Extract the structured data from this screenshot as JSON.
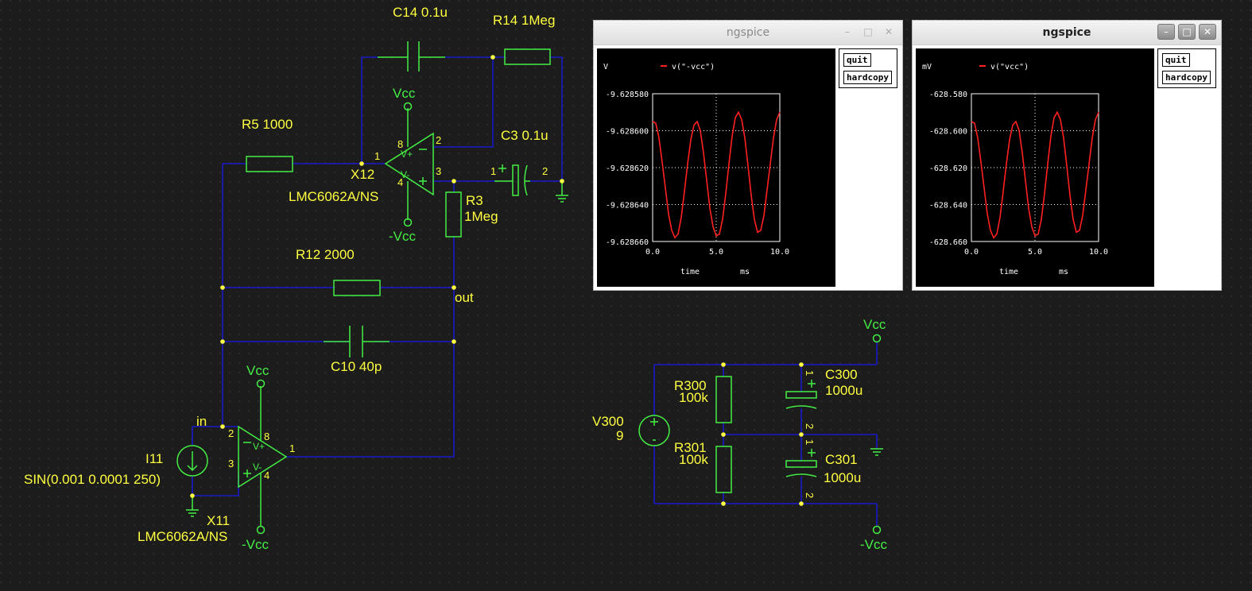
{
  "schematic": {
    "labels": {
      "c14": "C14 0.1u",
      "r14": "R14 1Meg",
      "r5": "R5  1000",
      "c3": "C3  0.1u",
      "x12": "X12",
      "x12_model": "LMC6062A/NS",
      "r3_name": "R3",
      "r3_value": "1Meg",
      "r12": "R12  2000",
      "out": "out",
      "c10": "C10   40p",
      "in": "in",
      "i11_name": "I11",
      "i11_value": "SIN(0.001 0.0001 250)",
      "x11": "X11",
      "x11_model": "LMC6062A/NS",
      "v300_name": "V300",
      "v300_value": "9",
      "r300_name": "R300",
      "r300_value": "100k",
      "r301_name": "R301",
      "r301_value": "100k",
      "c300_name": "C300",
      "c300_value": "1000u",
      "c301_name": "C301",
      "c301_value": "1000u"
    },
    "power": {
      "vcc": "Vcc",
      "neg_vcc": "-Vcc"
    },
    "pins": {
      "one": "1",
      "two": "2",
      "three": "3",
      "four": "4",
      "eight": "8",
      "vplus": "V+",
      "vminus": "V-",
      "plus": "+",
      "minus": "-"
    },
    "colors": {
      "background": "#1c1c1c",
      "wire": "#1a1acc",
      "component": "#44ee44",
      "label": "#ffff40"
    }
  },
  "windows": [
    {
      "title": "ngspice",
      "active": false,
      "unit_label": "V",
      "legend": "v(\"-vcc\")",
      "yticks": [
        "-9.628580",
        "-9.628600",
        "-9.628620",
        "-9.628640",
        "-9.628660"
      ],
      "xticks": [
        "0.0",
        "5.0",
        "10.0"
      ],
      "xlabel": "time",
      "xunit": "ms",
      "quit_label": "quit",
      "hardcopy_label": "hardcopy",
      "btn_min": "–",
      "btn_max": "□",
      "btn_close": "✕"
    },
    {
      "title": "ngspice",
      "active": true,
      "unit_label": "mV",
      "legend": "v(\"vcc\")",
      "yticks": [
        "-628.580",
        "-628.600",
        "-628.620",
        "-628.640",
        "-628.660"
      ],
      "xticks": [
        "0.0",
        "5.0",
        "10.0"
      ],
      "xlabel": "time",
      "xunit": "ms",
      "quit_label": "quit",
      "hardcopy_label": "hardcopy",
      "btn_min": "–",
      "btn_max": "□",
      "btn_close": "✕"
    }
  ],
  "chart_data": [
    {
      "type": "line",
      "title": "",
      "xlabel": "time",
      "xunit": "ms",
      "ylabel": "V",
      "xlim": [
        0,
        10
      ],
      "ylim": [
        -9.62866,
        -9.62858
      ],
      "grid": true,
      "series": [
        {
          "name": "v(\"-vcc\")",
          "color": "#ff2020",
          "x": [
            0,
            0.25,
            0.5,
            0.75,
            1,
            1.25,
            1.5,
            1.75,
            2,
            2.25,
            2.5,
            2.75,
            3,
            3.25,
            3.5,
            3.75,
            4,
            4.25,
            4.5,
            4.75,
            5,
            5.25,
            5.5,
            5.75,
            6,
            6.25,
            6.5,
            6.75,
            7,
            7.25,
            7.5,
            7.75,
            8,
            8.25,
            8.5,
            8.75,
            9,
            9.25,
            9.5,
            9.75,
            10
          ],
          "y": [
            -9.628595,
            -9.628596,
            -9.628604,
            -9.628617,
            -9.628631,
            -9.628645,
            -9.628654,
            -9.628658,
            -9.628656,
            -9.628647,
            -9.628633,
            -9.628618,
            -9.628605,
            -9.628597,
            -9.628595,
            -9.6286,
            -9.628612,
            -9.628627,
            -9.628642,
            -9.628652,
            -9.628657,
            -9.628656,
            -9.628648,
            -9.628634,
            -9.628618,
            -9.628603,
            -9.628593,
            -9.62859,
            -9.628594,
            -9.628604,
            -9.628619,
            -9.628635,
            -9.628648,
            -9.628655,
            -9.628654,
            -9.628646,
            -9.628632,
            -9.628618,
            -9.628604,
            -9.628594,
            -9.62859
          ]
        }
      ]
    },
    {
      "type": "line",
      "title": "",
      "xlabel": "time",
      "xunit": "ms",
      "ylabel": "mV",
      "xlim": [
        0,
        10
      ],
      "ylim": [
        -628.66,
        -628.58
      ],
      "grid": true,
      "series": [
        {
          "name": "v(\"vcc\")",
          "color": "#ff2020",
          "x": [
            0,
            0.25,
            0.5,
            0.75,
            1,
            1.25,
            1.5,
            1.75,
            2,
            2.25,
            2.5,
            2.75,
            3,
            3.25,
            3.5,
            3.75,
            4,
            4.25,
            4.5,
            4.75,
            5,
            5.25,
            5.5,
            5.75,
            6,
            6.25,
            6.5,
            6.75,
            7,
            7.25,
            7.5,
            7.75,
            8,
            8.25,
            8.5,
            8.75,
            9,
            9.25,
            9.5,
            9.75,
            10
          ],
          "y": [
            -628.595,
            -628.596,
            -628.604,
            -628.617,
            -628.631,
            -628.645,
            -628.654,
            -628.658,
            -628.656,
            -628.647,
            -628.633,
            -628.618,
            -628.605,
            -628.597,
            -628.595,
            -628.6,
            -628.612,
            -628.627,
            -628.642,
            -628.652,
            -628.657,
            -628.656,
            -628.648,
            -628.634,
            -628.618,
            -628.603,
            -628.593,
            -628.59,
            -628.594,
            -628.604,
            -628.619,
            -628.635,
            -628.648,
            -628.655,
            -628.654,
            -628.646,
            -628.632,
            -628.618,
            -628.604,
            -628.594,
            -628.59
          ]
        }
      ]
    }
  ]
}
